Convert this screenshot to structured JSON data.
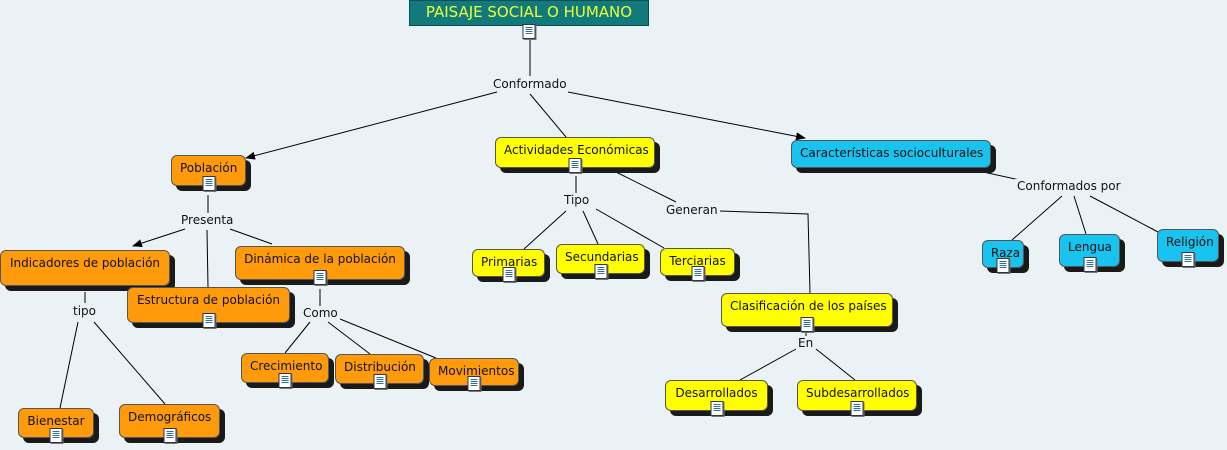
{
  "title": "PAISAJE SOCIAL O HUMANO",
  "nodes": {
    "poblacion": "Población",
    "actividades": "Actividades Económicas",
    "caracteristicas": "Características socioculturales",
    "indicadores": "Indicadores de población",
    "estructura": "Estructura de población",
    "dinamica": "Dinámica de la población",
    "bienestar": "Bienestar",
    "demograficos": "Demográficos",
    "crecimiento": "Crecimiento",
    "distribucion": "Distribución",
    "movimientos": "Movimientos",
    "primarias": "Primarias",
    "secundarias": "Secundarias",
    "terciarias": "Terciarias",
    "clasificacion": "Clasificación de los países",
    "desarrollados": "Desarrollados",
    "subdesarrollados": "Subdesarrollados",
    "raza": "Raza",
    "lengua": "Lengua",
    "religion": "Religión"
  },
  "linking_phrases": {
    "conformado": "Conformado",
    "presenta": "Presenta",
    "tipo_indicadores": "tipo",
    "como": "Como",
    "tipo_actividades": "Tipo",
    "generan": "Generan",
    "en": "En",
    "conformados_por": "Conformados por"
  },
  "colors": {
    "background": "#eaf2f5",
    "title_fill": "#127a7a",
    "title_text": "#e8ff3c",
    "poblacion_branch": "#ff9a0a",
    "economic_branch": "#ffff00",
    "sociocultural_branch": "#19c3f0"
  },
  "icons": [
    "document-icon"
  ]
}
